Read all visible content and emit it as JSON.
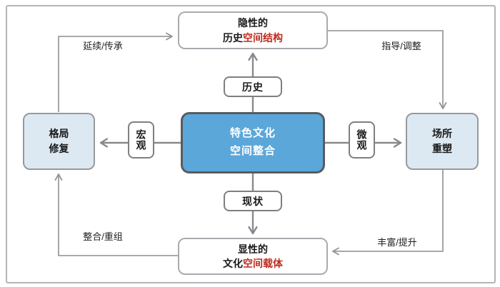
{
  "diagram": {
    "center_node": {
      "line1": "特色文化",
      "line2": "空间整合"
    },
    "top_node": {
      "line1": "隐性的",
      "line2_black": "历史",
      "line2_red": "空间结构"
    },
    "bottom_node": {
      "line1": "显性的",
      "line2_black": "文化",
      "line2_red": "空间载体"
    },
    "left_node": {
      "line1": "格局",
      "line2": "修复"
    },
    "right_node": {
      "line1": "场所",
      "line2": "重塑"
    },
    "connectors": {
      "history": "历史",
      "status": "现状",
      "macro": "宏观",
      "micro": "微观"
    },
    "edge_labels": {
      "top_left": "延续/传承",
      "top_right": "指导/调整",
      "bottom_left": "整合/重组",
      "bottom_right": "丰富/提升"
    },
    "colors": {
      "center_fill": "#5ba7da",
      "side_fill": "#dce9f3",
      "red_text": "#be2b20",
      "line_gray": "#95979a",
      "border_gray": "#a8abae"
    }
  }
}
